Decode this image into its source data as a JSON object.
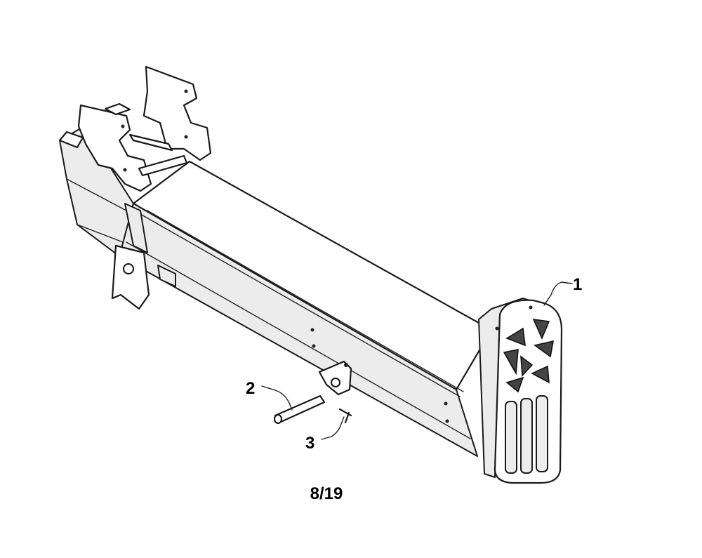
{
  "callouts": {
    "part_1": "1",
    "part_2": "2",
    "part_3": "3"
  },
  "page_number": "8/19"
}
